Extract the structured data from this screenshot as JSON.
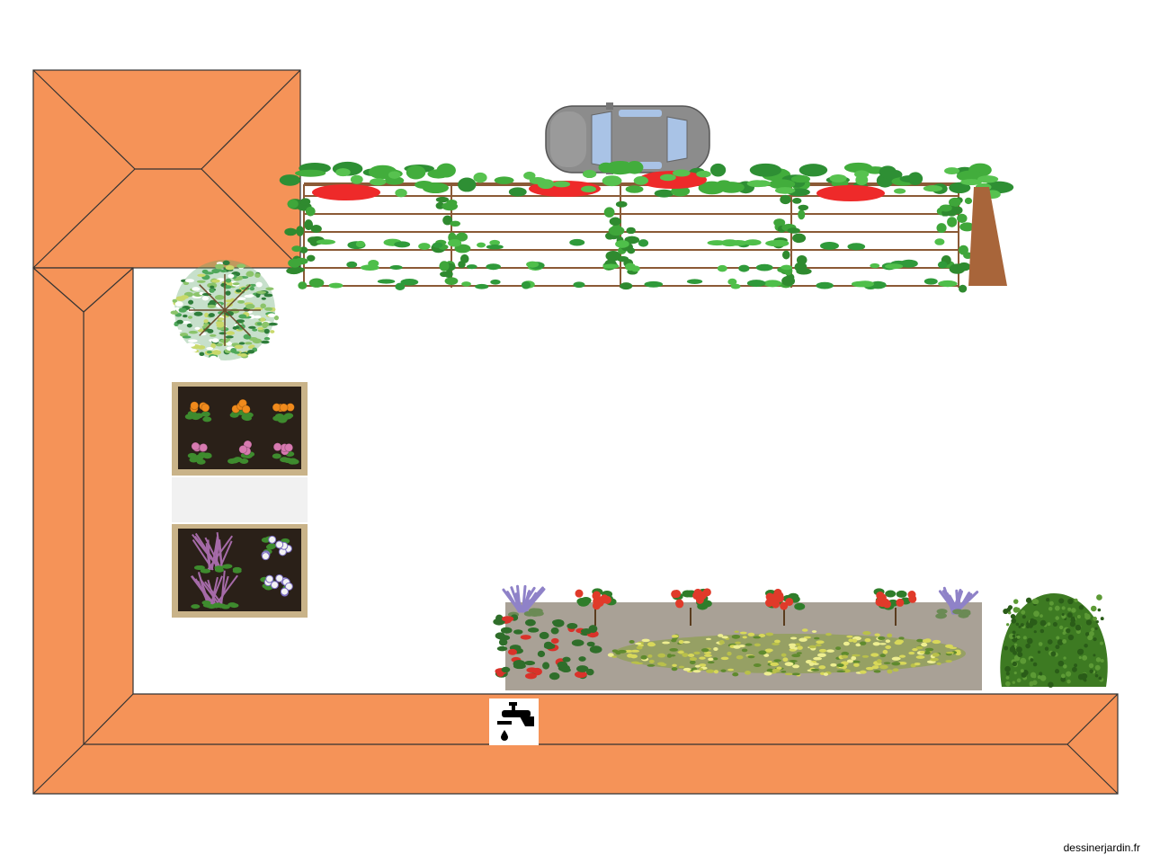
{
  "site": {
    "watermark": "dessinerjardin.fr"
  },
  "colors": {
    "roof": "#f59358",
    "outline": "#333333",
    "soil": "#2a2018",
    "planter_frame": "#c9b389",
    "gravel": "#a9a196",
    "trellis_wood": "#8b5a36",
    "tree_trunk": "#a8653a",
    "leaf": "#3fa63a",
    "fruit": "#ee2a2a",
    "car_body": "#8c8c8c",
    "car_glass": "#a9c3e6",
    "hedge": "#3d7a22",
    "lavender": "#8f82c8",
    "geranium": "#e03a2a",
    "groundcover": "#c9cd4e",
    "flower_orange": "#f08a1c",
    "flower_pink": "#d77ab0",
    "flower_white": "#f2f2f2",
    "salvia": "#a56aa8"
  },
  "elements": {
    "house_roof": "roof",
    "car": "car",
    "trellis": "espalier-trellis",
    "fruit_tree": "espalier-tree",
    "olive_tree": "olive-tree",
    "planter_top": {
      "rows": 2,
      "cols": 3,
      "top_row": "orange-flower",
      "bottom_row": "pink-flower"
    },
    "planter_bottom": {
      "left": "salvia",
      "right": "white-flower"
    },
    "flower_bed": "gravel-flower-bed",
    "boxwood": "boxwood-shrub",
    "tap": "water-tap-icon"
  }
}
